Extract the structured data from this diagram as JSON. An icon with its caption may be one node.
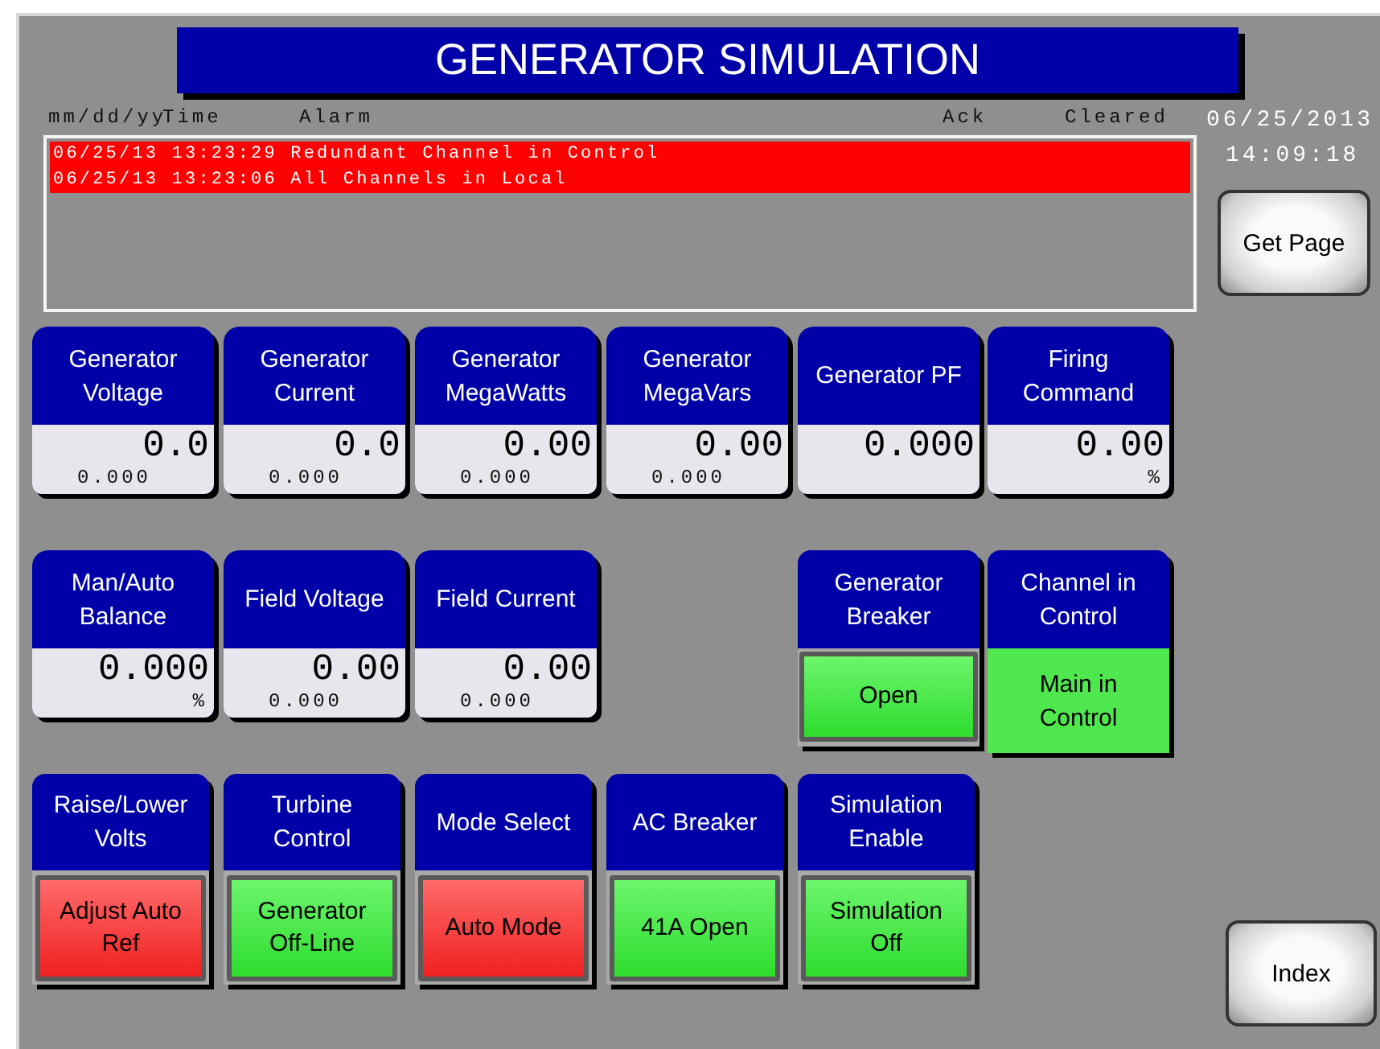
{
  "diagram": {
    "title": "GENERATOR SIMULATION",
    "nodes": [
      {
        "text": [
          "06/25/13 13:23:29 Redundant Channel in Control",
          "06/25/13 13:23:06 All Channels in Local"
        ]
      },
      {
        "text": [
          "Get Page"
        ]
      },
      {
        "text": [
          "Generator Voltage",
          "0.0",
          "0.000"
        ]
      },
      {
        "text": [
          "Generator Current",
          "0.0",
          "0.000"
        ]
      },
      {
        "text": [
          "Generator MegaWatts",
          "0.00",
          "0.000"
        ]
      },
      {
        "text": [
          "Generator MegaVars",
          "0.00",
          "0.000"
        ]
      },
      {
        "text": [
          "Generator PF",
          "0.000"
        ]
      },
      {
        "text": [
          "Firing Command",
          "0.00",
          "%"
        ]
      },
      {
        "text": [
          "Man/Auto Balance",
          "0.000",
          "%"
        ]
      },
      {
        "text": [
          "Field Voltage",
          "0.00",
          "0.000"
        ]
      },
      {
        "text": [
          "Field Current",
          "0.00",
          "0.000"
        ]
      },
      {
        "text": [
          "Generator Breaker"
        ]
      },
      {
        "text": [
          "Open"
        ],
        "in": 11
      },
      {
        "text": [
          "Channel in Control",
          "Main in Control"
        ]
      },
      {
        "text": [
          "Raise/Lower Volts"
        ]
      },
      {
        "text": [
          "Adjust Auto Ref"
        ],
        "in": 14
      },
      {
        "text": [
          "Turbine Control"
        ]
      },
      {
        "text": [
          "Generator Off-Line"
        ],
        "in": 16
      },
      {
        "text": [
          "Mode Select"
        ]
      },
      {
        "text": [
          "Auto Mode"
        ],
        "in": 18
      },
      {
        "text": [
          "AC Breaker"
        ]
      },
      {
        "text": [
          "41A Open"
        ],
        "in": 20
      },
      {
        "text": [
          "Simulation Enable"
        ]
      },
      {
        "text": [
          "Simulation Off"
        ],
        "in": 22
      },
      {
        "text": [
          "Index"
        ]
      }
    ],
    "labels": [
      "mm/dd/yy",
      "Time",
      "Alarm",
      "Ack",
      "Cleared",
      "06/25/2013",
      "14:09:18"
    ]
  }
}
